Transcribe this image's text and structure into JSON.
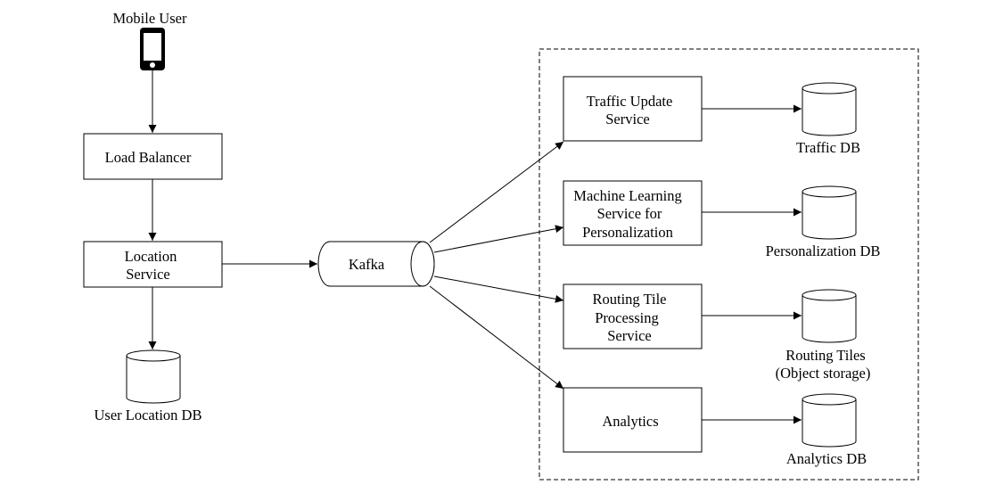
{
  "colors": {
    "stroke": "#000000",
    "fill": "#ffffff",
    "background": "#ffffff"
  },
  "mobile_user": {
    "label": "Mobile User",
    "icon": "smartphone-icon"
  },
  "load_balancer": {
    "label": "Load Balancer"
  },
  "location_service": {
    "label_line1": "Location",
    "label_line2": "Service"
  },
  "user_location_db": {
    "label": "User Location DB"
  },
  "kafka": {
    "label": "Kafka"
  },
  "services": {
    "traffic_update": {
      "line1": "Traffic Update",
      "line2": "Service"
    },
    "ml_personalization": {
      "line1": "Machine Learning",
      "line2": "Service for",
      "line3": "Personalization"
    },
    "routing_tile": {
      "line1": "Routing Tile",
      "line2": "Processing",
      "line3": "Service"
    },
    "analytics": {
      "line1": "Analytics"
    }
  },
  "databases": {
    "traffic_db": {
      "line1": "Traffic DB"
    },
    "personalization_db": {
      "line1": "Personalization DB"
    },
    "routing_tiles": {
      "line1": "Routing Tiles",
      "line2": "(Object storage)"
    },
    "analytics_db": {
      "line1": "Analytics DB"
    }
  }
}
